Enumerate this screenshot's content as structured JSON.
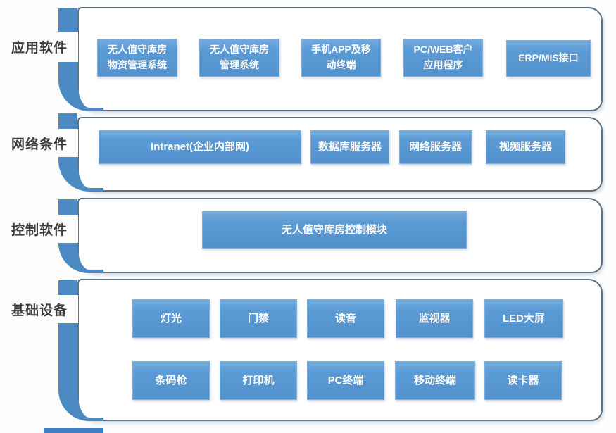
{
  "colors": {
    "node_fill": "#5b9bd5",
    "node_text": "#ffffff",
    "bracket": "#4c8ac4",
    "panel_border": "#5d7283",
    "label_text": "#3e3e3e"
  },
  "layers": [
    {
      "label": "应用软件",
      "boxes": [
        "无人值守库房\n物资管理系统",
        "无人值守库房\n管理系统",
        "手机APP及移\n动终端",
        "PC/WEB客户\n应用程序",
        "ERP/MIS接口"
      ]
    },
    {
      "label": "网络条件",
      "boxes": [
        "Intranet(企业内部网)",
        "数据库服务器",
        "网络服务器",
        "视频服务器"
      ]
    },
    {
      "label": "控制软件",
      "boxes": [
        "无人值守库房控制模块"
      ]
    },
    {
      "label": "基础设备",
      "boxes": [
        "灯光",
        "门禁",
        "读音",
        "监视器",
        "LED大屏",
        "条码枪",
        "打印机",
        "PC终端",
        "移动终端",
        "读卡器"
      ]
    }
  ]
}
